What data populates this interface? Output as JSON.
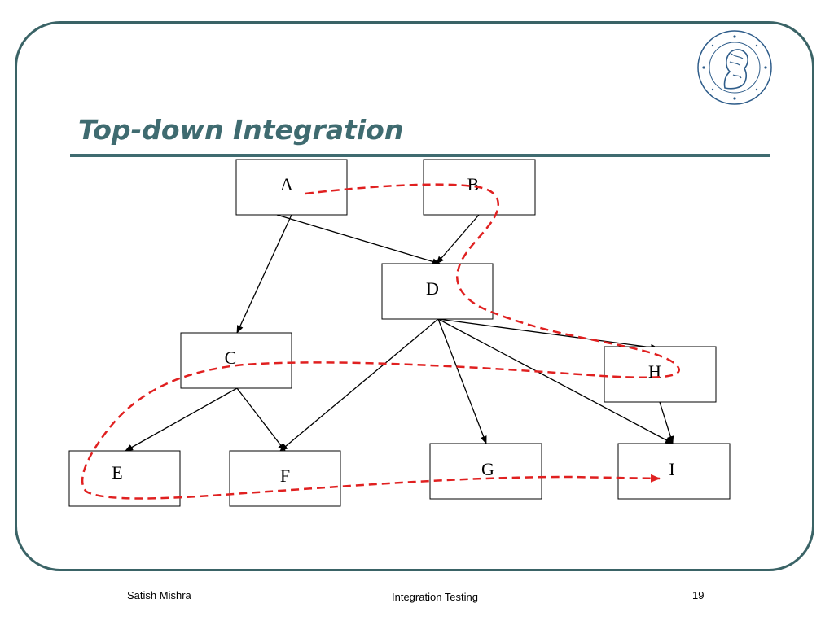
{
  "slide": {
    "title": "Top-down Integration",
    "accent_color": "#3f6b70",
    "seal_icon": "university-seal-icon"
  },
  "diagram": {
    "nodes": [
      {
        "id": "A",
        "label": "A"
      },
      {
        "id": "B",
        "label": "B"
      },
      {
        "id": "C",
        "label": "C"
      },
      {
        "id": "D",
        "label": "D"
      },
      {
        "id": "E",
        "label": "E"
      },
      {
        "id": "F",
        "label": "F"
      },
      {
        "id": "G",
        "label": "G"
      },
      {
        "id": "H",
        "label": "H"
      },
      {
        "id": "I",
        "label": "I"
      }
    ],
    "edges": [
      {
        "from": "A",
        "to": "C"
      },
      {
        "from": "A",
        "to": "D"
      },
      {
        "from": "B",
        "to": "D"
      },
      {
        "from": "C",
        "to": "E"
      },
      {
        "from": "C",
        "to": "F"
      },
      {
        "from": "D",
        "to": "F"
      },
      {
        "from": "D",
        "to": "G"
      },
      {
        "from": "D",
        "to": "H"
      },
      {
        "from": "D",
        "to": "I"
      },
      {
        "from": "H",
        "to": "I"
      }
    ],
    "integration_path": {
      "sequence": [
        "A",
        "B",
        "D",
        "H",
        "C",
        "E",
        "F",
        "G",
        "I"
      ],
      "color": "#e02020",
      "style": "dashed"
    }
  },
  "footer": {
    "author": "Satish Mishra",
    "topic": "Integration Testing",
    "page": "19"
  }
}
